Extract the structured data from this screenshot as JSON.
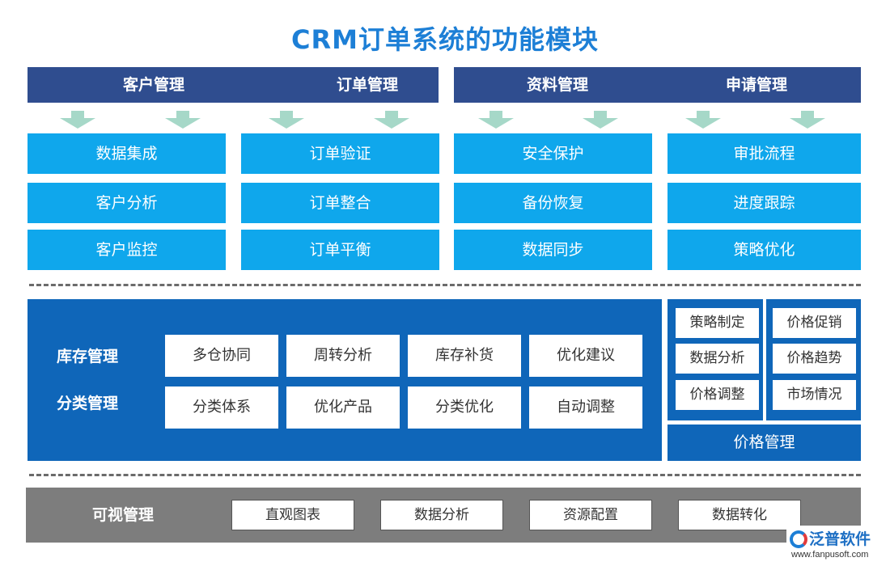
{
  "title": "CRM订单系统的功能模块",
  "top_headers": {
    "left": [
      "客户管理",
      "订单管理"
    ],
    "right": [
      "资料管理",
      "申请管理"
    ]
  },
  "columns": [
    {
      "items": [
        "数据集成",
        "客户分析",
        "客户监控"
      ]
    },
    {
      "items": [
        "订单验证",
        "订单整合",
        "订单平衡"
      ]
    },
    {
      "items": [
        "安全保护",
        "备份恢复",
        "数据同步"
      ]
    },
    {
      "items": [
        "审批流程",
        "进度跟踪",
        "策略优化"
      ]
    }
  ],
  "inventory": {
    "labels": [
      "库存管理",
      "分类管理"
    ],
    "row1": [
      "多仓协同",
      "周转分析",
      "库存补货",
      "优化建议"
    ],
    "row2": [
      "分类体系",
      "优化产品",
      "分类优化",
      "自动调整"
    ]
  },
  "price": {
    "left": [
      "策略制定",
      "数据分析",
      "价格调整"
    ],
    "right": [
      "价格促销",
      "价格趋势",
      "市场情况"
    ],
    "footer": "价格管理"
  },
  "visual": {
    "label": "可视管理",
    "items": [
      "直观图表",
      "数据分析",
      "资源配置",
      "数据转化"
    ]
  },
  "logo": {
    "name": "泛普软件",
    "url": "www.fanpusoft.com"
  },
  "colors": {
    "title": "#1d7fd6",
    "header": "#2f4d8f",
    "light_blue": "#0fa7ec",
    "panel_blue": "#0f66b9",
    "arrow": "#a6d8c8",
    "bottom_gray": "#7d7d7d"
  }
}
